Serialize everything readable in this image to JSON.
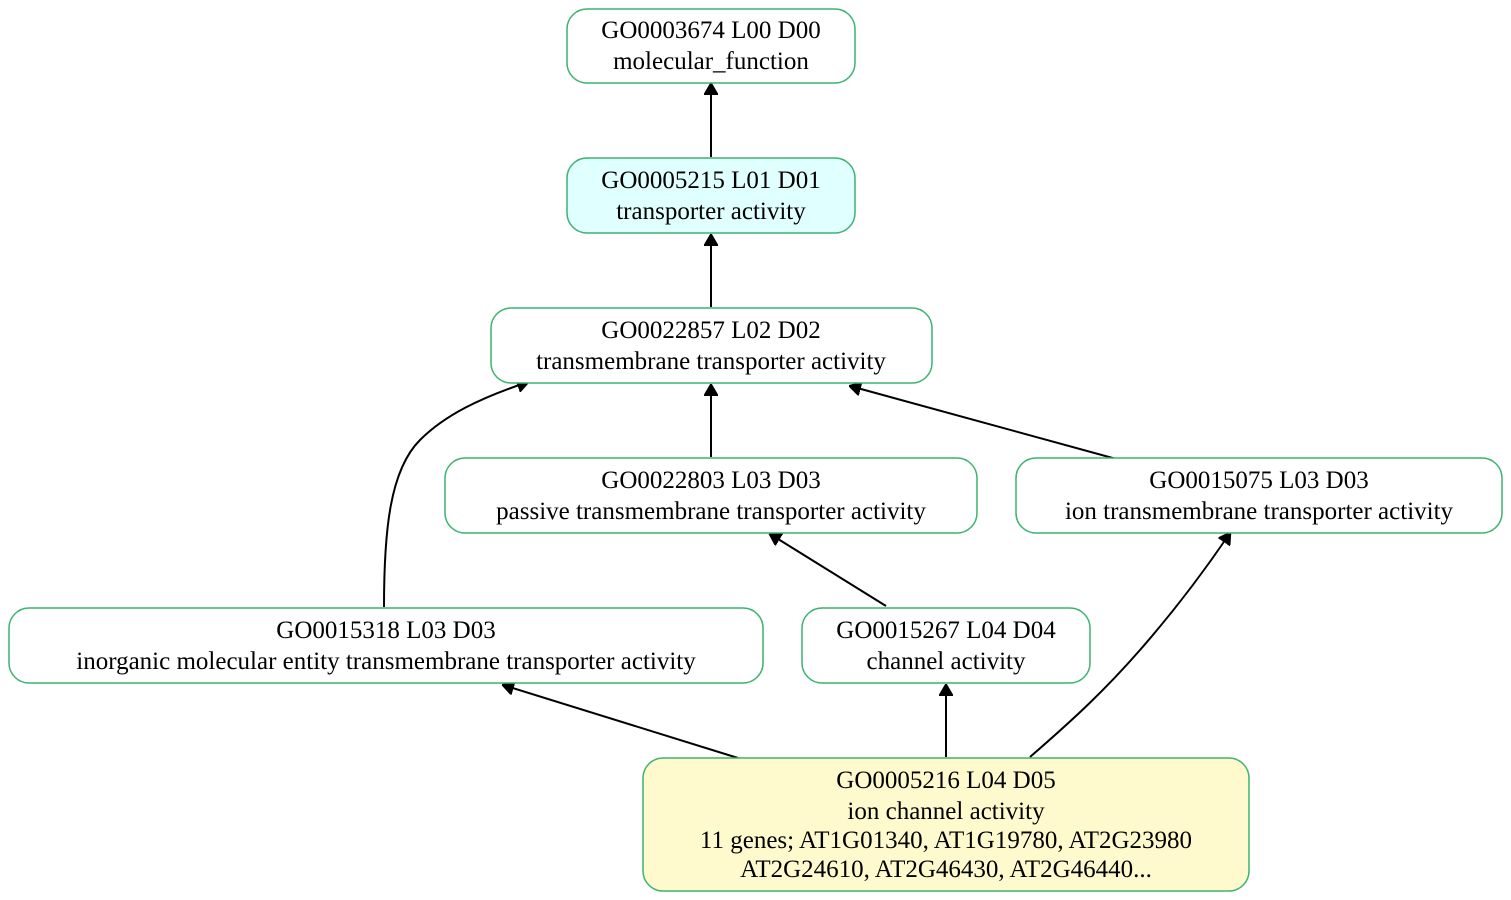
{
  "colors": {
    "node_border": "#3cb371",
    "default_fill": "#ffffff",
    "highlight_fill": "#e0ffff",
    "query_fill": "#fffacd",
    "edge": "#000000"
  },
  "nodes": {
    "go0003674": {
      "id_line": "GO0003674 L00 D00",
      "name": "molecular_function"
    },
    "go0005215": {
      "id_line": "GO0005215 L01 D01",
      "name": "transporter activity"
    },
    "go0022857": {
      "id_line": "GO0022857 L02 D02",
      "name": "transmembrane transporter activity"
    },
    "go0022803": {
      "id_line": "GO0022803 L03 D03",
      "name": "passive transmembrane transporter activity"
    },
    "go0015075": {
      "id_line": "GO0015075 L03 D03",
      "name": "ion transmembrane transporter activity"
    },
    "go0015318": {
      "id_line": "GO0015318 L03 D03",
      "name": "inorganic molecular entity transmembrane transporter activity"
    },
    "go0015267": {
      "id_line": "GO0015267 L04 D04",
      "name": "channel activity"
    },
    "go0005216": {
      "id_line": "GO0005216 L04 D05",
      "name": "ion channel activity",
      "genes_line1": "11 genes; AT1G01340, AT1G19780, AT2G23980",
      "genes_line2": "AT2G24610, AT2G46430, AT2G46440..."
    }
  },
  "edges": [
    {
      "from": "go0005215",
      "to": "go0003674"
    },
    {
      "from": "go0022857",
      "to": "go0005215"
    },
    {
      "from": "go0022803",
      "to": "go0022857"
    },
    {
      "from": "go0015075",
      "to": "go0022857"
    },
    {
      "from": "go0015318",
      "to": "go0022857"
    },
    {
      "from": "go0015267",
      "to": "go0022803"
    },
    {
      "from": "go0005216",
      "to": "go0015318"
    },
    {
      "from": "go0005216",
      "to": "go0015267"
    },
    {
      "from": "go0005216",
      "to": "go0015075"
    }
  ]
}
